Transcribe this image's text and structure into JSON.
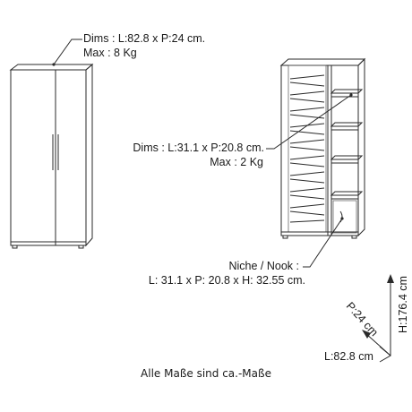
{
  "annotations": {
    "closed_dims": "Dims : L:82.8 x P:24 cm.",
    "closed_max": "Max : 8 Kg",
    "shelf_dims": "Dims : L:31.1 x P:20.8 cm.",
    "shelf_max": "Max : 2 Kg",
    "niche_title": "Niche / Nook :",
    "niche_dims": "L: 31.1 x P: 20.8 x H: 32.55 cm."
  },
  "dimensions": {
    "depth": "P:24 cm",
    "height": "H:176.4 cm",
    "length": "L:82.8 cm"
  },
  "caption": "Alle Maße sind ca.-Maße",
  "colors": {
    "line": "#2a2a2a",
    "text": "#1a1a1a",
    "background": "#ffffff"
  }
}
